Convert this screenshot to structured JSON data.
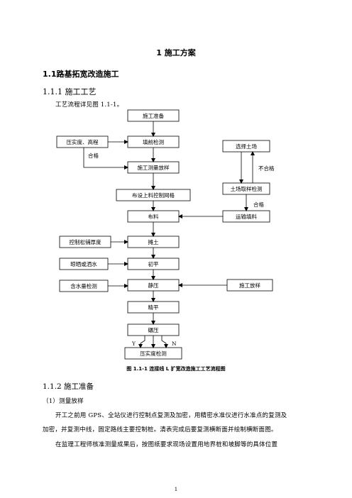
{
  "heading1": "1  施工方案",
  "heading2": "1.1路基拓宽改造施工",
  "heading3": "1.1.1 施工工艺",
  "intro": "工艺流程详见图 1.1-1。",
  "flow": {
    "main": [
      "施工准备",
      "填前检测",
      "施工测量放样",
      "布设上料控制网格",
      "布料",
      "摊土",
      "初平",
      "静压",
      "精平",
      "碾压",
      "压实度检测"
    ],
    "left": [
      "压实度、高程",
      "控制松铺厚度",
      "晾晒或洒水",
      "含水量检测"
    ],
    "right": [
      "选择土场",
      "土场取样检测",
      "运输填料",
      "施工放样"
    ],
    "labels": {
      "pass_left": "合格",
      "fail": "不合格",
      "pass_right": "合格",
      "yes": "Y",
      "no": "N"
    }
  },
  "caption": "图 1.1-1  连接线 L 扩宽改造施工工艺流程图",
  "section2_title": "1.1.2 施工准备",
  "sub1": "（1）测量放样",
  "paragraph1_line1": "开工之前用 GPS、全站仪进行控制点复测及加密，用精密水准仪进行水准点的复测及",
  "paragraph1_line2": "加密，并复测中线，固定路线主要控制桩。清表完成后要复测横断面并绘制横断面图。",
  "paragraph2_line1": "在监理工程师核准测量成果后，按图纸要求现场设置用地界桩和坡脚等的具体位置",
  "page_number": "1"
}
